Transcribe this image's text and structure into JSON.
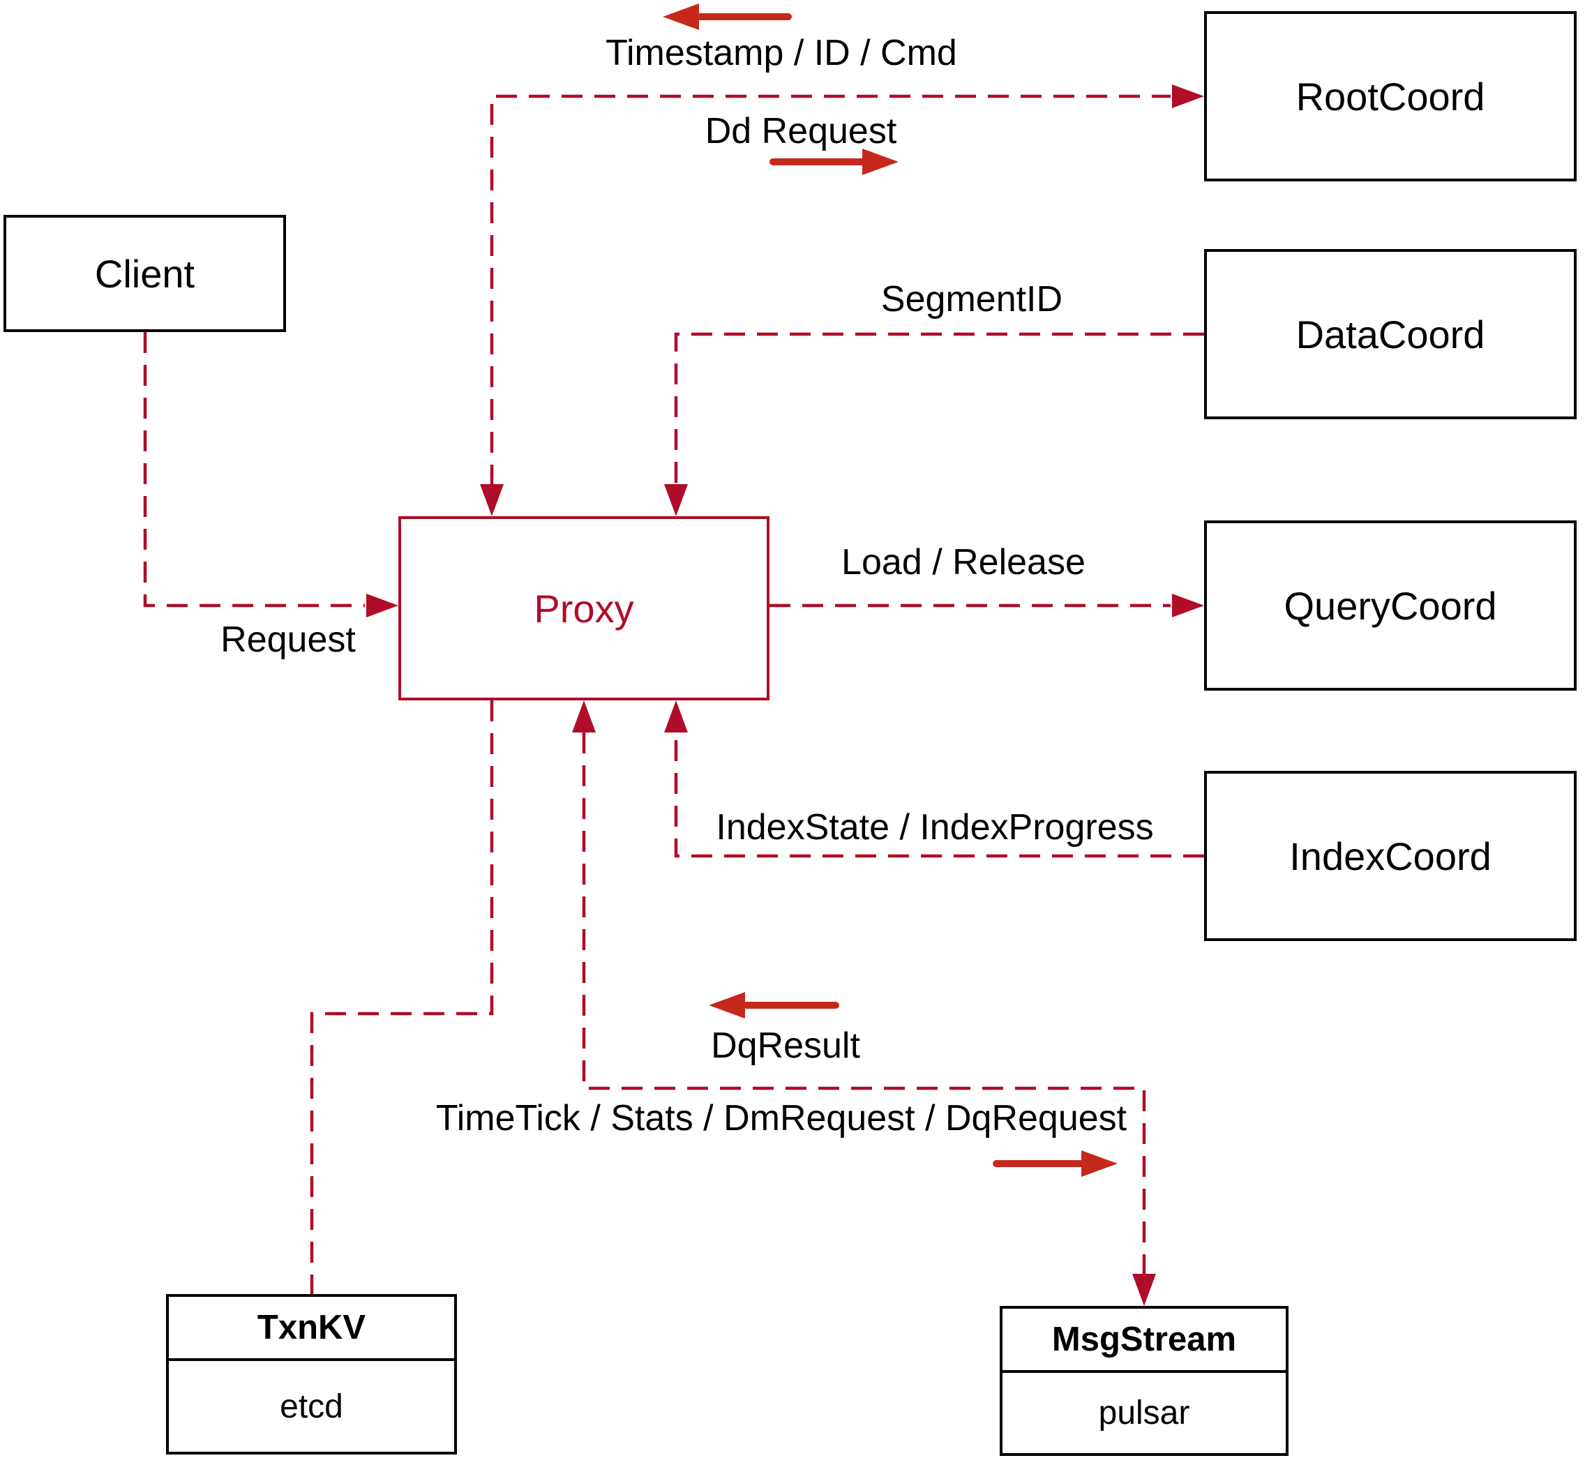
{
  "colors": {
    "line": "#b00d28",
    "arrow": "#c5291b",
    "box_border": "#000000",
    "text": "#000000",
    "background": "#ffffff"
  },
  "nodes": {
    "client": {
      "label": "Client"
    },
    "rootcoord": {
      "label": "RootCoord"
    },
    "datacoord": {
      "label": "DataCoord"
    },
    "querycoord": {
      "label": "QueryCoord"
    },
    "indexcoord": {
      "label": "IndexCoord"
    },
    "proxy": {
      "label": "Proxy"
    },
    "txnkv": {
      "title": "TxnKV",
      "value": "etcd"
    },
    "msgstream": {
      "title": "MsgStream",
      "value": "pulsar"
    }
  },
  "edge_labels": {
    "timestamp": "Timestamp / ID / Cmd",
    "dd_request": "Dd Request",
    "segment_id": "SegmentID",
    "request": "Request",
    "load_release": "Load / Release",
    "index_state": "IndexState / IndexProgress",
    "dq_result": "DqResult",
    "timetick": "TimeTick / Stats / DmRequest / DqRequest"
  }
}
